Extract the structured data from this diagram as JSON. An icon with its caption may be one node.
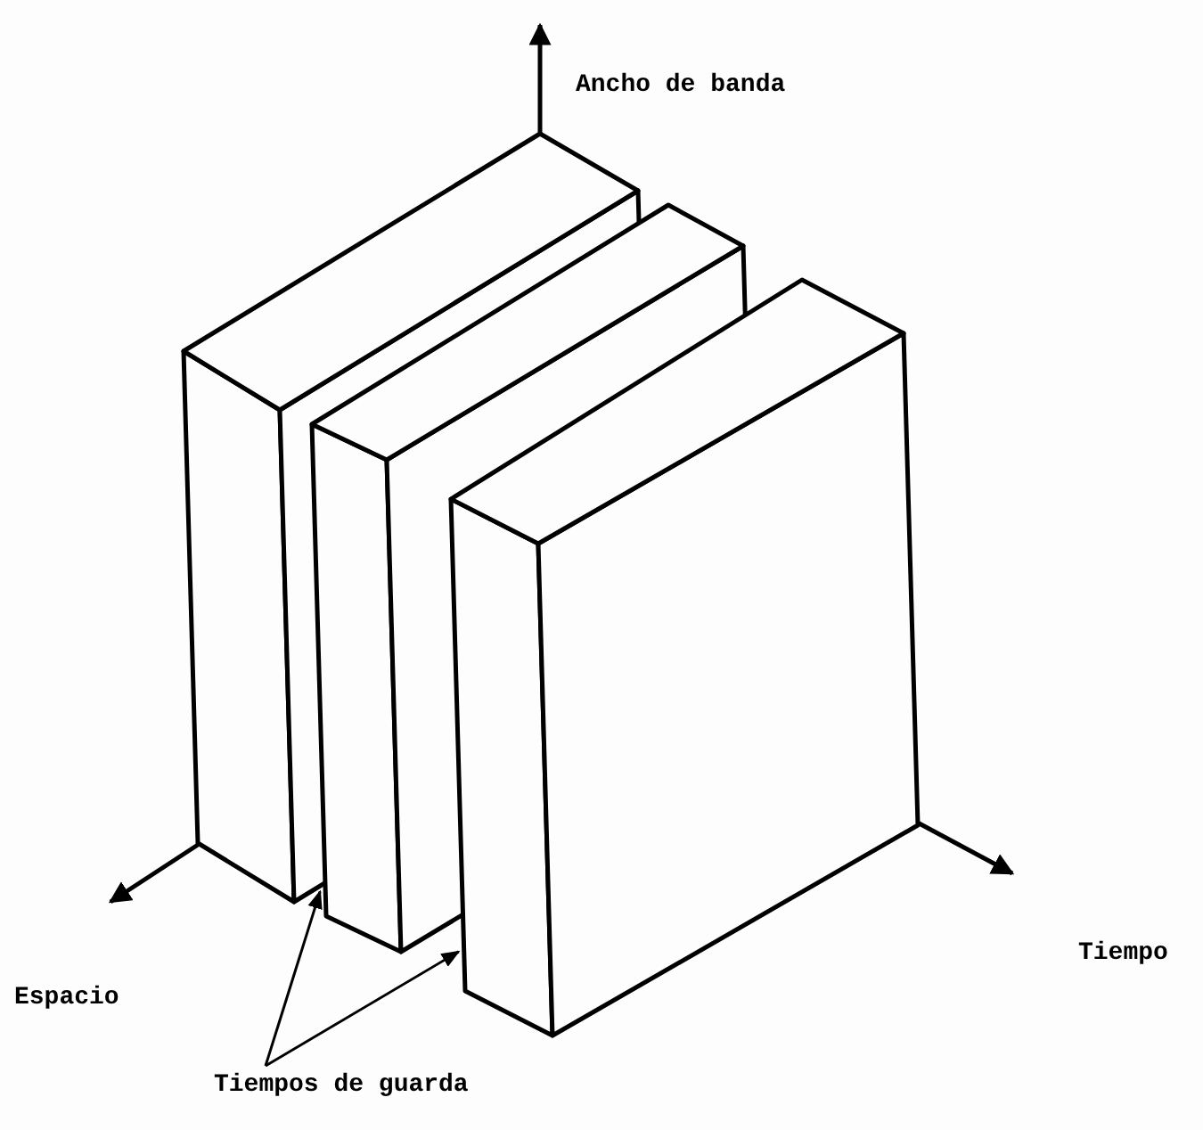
{
  "diagram": {
    "nodes": [
      {
        "text": [],
        "shape": "picture"
      },
      {
        "text": [
          "Tiempos de guarda"
        ]
      }
    ],
    "edges": [
      {
        "from": 1,
        "to": 0,
        "arrow": "to"
      },
      {
        "from": 1,
        "to": 0,
        "arrow": "to"
      }
    ],
    "labels": [
      "Ancho de banda",
      "Espacio",
      "Tiempo"
    ]
  }
}
